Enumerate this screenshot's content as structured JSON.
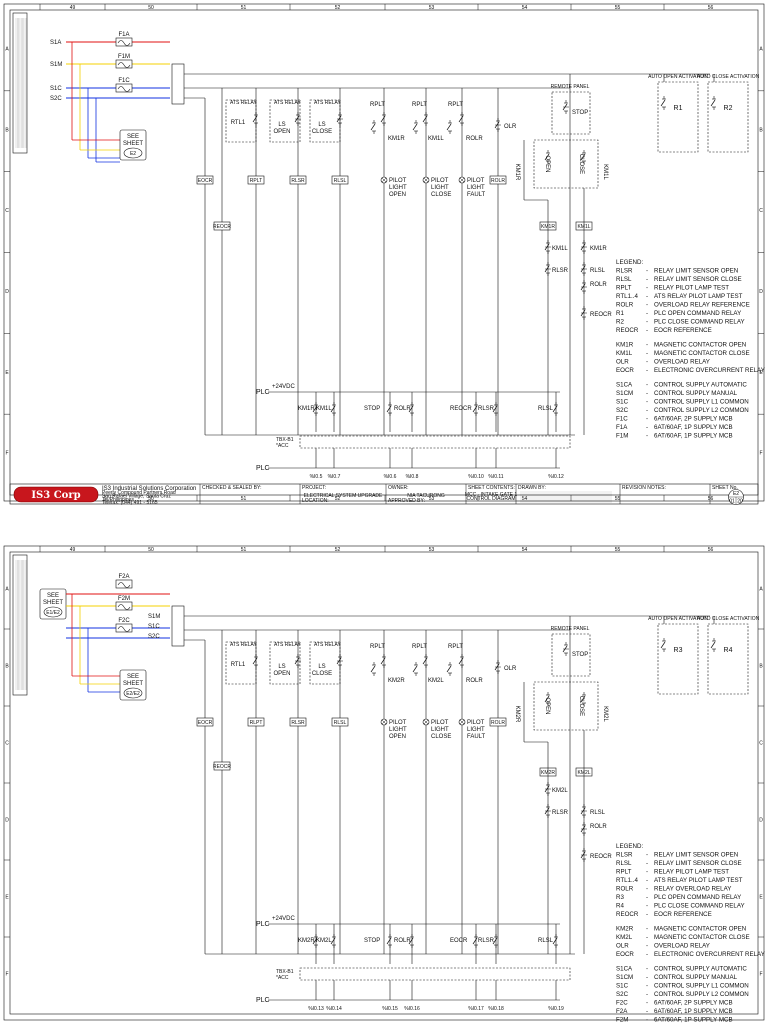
{
  "sheet1": {
    "columns": [
      "49",
      "50",
      "51",
      "52",
      "53",
      "54",
      "55",
      "56"
    ],
    "rows": [
      "A",
      "B",
      "C",
      "D",
      "E",
      "F"
    ],
    "feeds": [
      {
        "label": "S1A",
        "fuse": "F1A"
      },
      {
        "label": "S1M",
        "fuse": "F1M"
      },
      {
        "label": "S1C",
        "fuse": "F1C"
      },
      {
        "label": "S2C",
        "fuse": ""
      }
    ],
    "see_sheet": {
      "line1": "SEE",
      "line2": "SHEET",
      "ref": "E2"
    },
    "top_relays": [
      "RTL1",
      "LS OPEN",
      "LS CLOSE"
    ],
    "rplt": [
      "RPLT",
      "RPLT",
      "RPLT"
    ],
    "contacts_mid": [
      "KM1R",
      "KM1L",
      "ROLR",
      "OLR"
    ],
    "coils": [
      "EOCR",
      "RPLT",
      "RLSR",
      "RLSL"
    ],
    "pilots": [
      {
        "l1": "PILOT",
        "l2": "LIGHT",
        "l3": "OPEN"
      },
      {
        "l1": "PILOT",
        "l2": "LIGHT",
        "l3": "CLOSE"
      },
      {
        "l1": "PILOT",
        "l2": "LIGHT",
        "l3": "FAULT"
      }
    ],
    "rolr_coil": "ROLR",
    "reocr": "REOCR",
    "stop": "STOP",
    "remote_panel": "REMOTE PANEL",
    "pb": [
      "OPEN",
      "CLOSE"
    ],
    "km_coils": [
      "KM1R",
      "KM1L"
    ],
    "km_side": [
      "KM1R",
      "KM1L"
    ],
    "interlock": [
      "KM1L",
      "KM1R",
      "RLSR",
      "RLSL",
      "ROLR",
      "REOCR"
    ],
    "plc_relays": [
      {
        "name": "R1",
        "cap": "AUTO OPEN ACTIVATION"
      },
      {
        "name": "R2",
        "cap": "AUTO CLOSE ACTIVATION"
      }
    ],
    "plc_label": "PLC",
    "supply": "+24VDC",
    "plc_contacts": [
      "KM1R",
      "KM1L",
      "STOP",
      "ROLR",
      "REOCR",
      "RLSR",
      "RLSL"
    ],
    "tbx": "TBX-B1\n*ACC",
    "plc_refs": [
      "%I0.5",
      "%I0.7",
      "%I0.6",
      "%I0.8",
      "%I0.10",
      "%I0.11",
      "%I0.12"
    ],
    "legend": [
      [
        "LEGEND:",
        ""
      ],
      [
        "RLSR",
        "RELAY LIMIT SENSOR OPEN"
      ],
      [
        "RLSL",
        "RELAY LIMIT SENSOR CLOSE"
      ],
      [
        "RPLT",
        "RELAY PILOT LAMP TEST"
      ],
      [
        "RTL1..4",
        "ATS RELAY PILOT LAMP TEST"
      ],
      [
        "ROLR",
        "OVERLOAD RELAY REFERENCE"
      ],
      [
        "R1",
        "PLC OPEN COMMAND RELAY"
      ],
      [
        "R2",
        "PLC CLOSE COMMAND RELAY"
      ],
      [
        "REOCR",
        "EOCR REFERENCE"
      ]
    ],
    "legend2": [
      [
        "KM1R",
        "MAGNETIC CONTACTOR OPEN"
      ],
      [
        "KM1L",
        "MAGNETIC CONTACTOR CLOSE"
      ],
      [
        "OLR",
        "OVERLOAD RELAY"
      ],
      [
        "EOCR",
        "ELECTRONIC OVERCURRENT RELAY"
      ]
    ],
    "legend3": [
      [
        "S1CA",
        "CONTROL SUPPLY AUTOMATIC"
      ],
      [
        "S1CM",
        "CONTROL SUPPLY MANUAL"
      ],
      [
        "S1C",
        "CONTROL SUPPLY L1 COMMON"
      ],
      [
        "S2C",
        "CONTROL SUPPLY L2 COMMON"
      ],
      [
        "F1C",
        "6AT/60AF, 2P SUPPLY MCB"
      ],
      [
        "F1A",
        "6AT/60AF, 1P SUPPLY MCB"
      ],
      [
        "F1M",
        "6AT/60AF, 1P SUPPLY MCB"
      ]
    ],
    "title_block": {
      "logo": "IS3 Corp",
      "company": "IS3 Industrial Solutions Corporation",
      "addr1": "Peerly Compound Partners Road",
      "addr2": "San Rafael Village, Santa Cruz",
      "addr3": "Tel/Philippines",
      "addr4": "Telefax: (044) 491 - 5165",
      "h_checked": "CHECKED & SEALED BY:",
      "h_project": "PROJECT:",
      "h_owner": "OWNER:",
      "h_contents": "SHEET CONTENTS:",
      "h_drawn": "DRAWN BY:",
      "h_revision": "REVISION NOTES:",
      "h_sheet": "SHEET No.",
      "project": "ELECTRICAL SYSTEM UPGRADE",
      "owner": "NIA TACURONG",
      "contents1": "MCC - INTAKE GATE 1",
      "contents2": "CONTROL DIAGRAM",
      "location": "LOCATION:",
      "approved": "APPROVED BY:",
      "sheet_code": "E2",
      "sheet_num": "01",
      "sheet_of": "20"
    }
  },
  "sheet2": {
    "columns": [
      "49",
      "50",
      "51",
      "52",
      "53",
      "54",
      "55",
      "56"
    ],
    "rows": [
      "A",
      "B",
      "C",
      "D",
      "E",
      "F"
    ],
    "feeds": [
      {
        "label": "S1M",
        "fuse": "F2A"
      },
      {
        "label": "S1C",
        "fuse": "F2M"
      },
      {
        "label": "S2C",
        "fuse": "F2C"
      }
    ],
    "see_sheet_top": {
      "line1": "SEE",
      "line2": "SHEET",
      "ref": "E1/E2"
    },
    "see_sheet": {
      "line1": "SEE",
      "line2": "SHEET",
      "ref": "E2/E2"
    },
    "top_relays": [
      "RTL1",
      "LS OPEN",
      "LS CLOSE"
    ],
    "rplt": [
      "RPLT",
      "RPLT",
      "RPLT"
    ],
    "contacts_mid": [
      "KM2R",
      "KM2L",
      "ROLR",
      "OLR"
    ],
    "coils": [
      "EOCR",
      "RLPT",
      "RLSR",
      "RLSL"
    ],
    "pilots": [
      {
        "l1": "PILOT",
        "l2": "LIGHT",
        "l3": "OPEN"
      },
      {
        "l1": "PILOT",
        "l2": "LIGHT",
        "l3": "CLOSE"
      },
      {
        "l1": "PILOT",
        "l2": "LIGHT",
        "l3": "FAULT"
      }
    ],
    "rolr_coil": "ROLR",
    "reocr": "REOCR",
    "stop": "STOP",
    "remote_panel": "REMOTE PANEL",
    "pb": [
      "OPEN",
      "CLOSE"
    ],
    "km_coils": [
      "KM2R",
      "KM2L"
    ],
    "km_side": [
      "KM2R",
      "KM2L"
    ],
    "interlock": [
      "KM2L",
      "RLSR",
      "RLSL",
      "ROLR",
      "REOCR"
    ],
    "plc_relays": [
      {
        "name": "R3",
        "cap": "AUTO OPEN ACTIVATION"
      },
      {
        "name": "R4",
        "cap": "AUTO CLOSE ACTIVATION"
      }
    ],
    "plc_label": "PLC",
    "supply": "+24VDC",
    "plc_contacts": [
      "KM2R",
      "KM2L",
      "STOP",
      "ROLR",
      "EOCR",
      "RLSR",
      "RLSL"
    ],
    "tbx": "TBX-B1\n*ACC",
    "plc_refs": [
      "%I0.13",
      "%I0.14",
      "%I0.15",
      "%I0.16",
      "%I0.17",
      "%I0.18",
      "%I0.19"
    ],
    "legend": [
      [
        "LEGEND:",
        ""
      ],
      [
        "RLSR",
        "RELAY LIMIT SENSOR OPEN"
      ],
      [
        "RLSL",
        "RELAY LIMIT SENSOR CLOSE"
      ],
      [
        "RPLT",
        "RELAY PILOT LAMP TEST"
      ],
      [
        "RTL1..4",
        "ATS RELAY PILOT LAMP TEST"
      ],
      [
        "ROLR",
        "RELAY OVERLOAD RELAY"
      ],
      [
        "R3",
        "PLC OPEN COMMAND RELAY"
      ],
      [
        "R4",
        "PLC CLOSE COMMAND RELAY"
      ],
      [
        "REOCR",
        "EOCR REFERENCE"
      ]
    ],
    "legend2": [
      [
        "KM2R",
        "MAGNETIC CONTACTOR OPEN"
      ],
      [
        "KM2L",
        "MAGNETIC CONTACTOR CLOSE"
      ],
      [
        "OLR",
        "OVERLOAD RELAY"
      ],
      [
        "EOCR",
        "ELECTRONIC OVERCURRENT RELAY"
      ]
    ],
    "legend3": [
      [
        "S1CA",
        "CONTROL SUPPLY AUTOMATIC"
      ],
      [
        "S1CM",
        "CONTROL SUPPLY MANUAL"
      ],
      [
        "S1C",
        "CONTROL SUPPLY L1 COMMON"
      ],
      [
        "S2C",
        "CONTROL SUPPLY L2 COMMON"
      ],
      [
        "F2C",
        "6AT/60AF, 2P SUPPLY MCB"
      ],
      [
        "F2A",
        "6AT/60AF, 1P SUPPLY MCB"
      ],
      [
        "F2M",
        "6AT/60AF, 1P SUPPLY MCB"
      ]
    ]
  },
  "colors": {
    "red": "#e01010",
    "yellow": "#f4d000",
    "blue": "#1030e0",
    "logo": "#c8161d",
    "line": "#111111"
  }
}
